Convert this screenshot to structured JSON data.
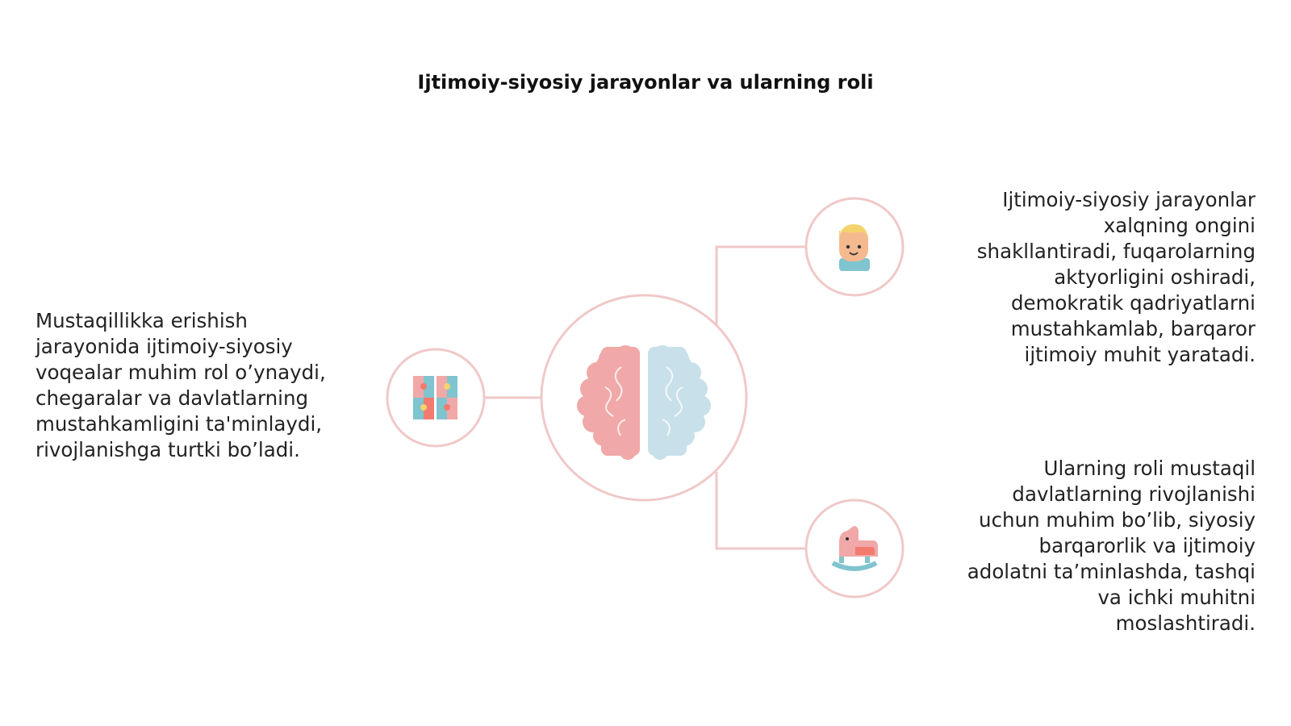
{
  "title": "Ijtimoiy-siyosiy jarayonlar va ularning roli",
  "colors": {
    "line": "#f0c8c8",
    "pink": "#f0a8a8",
    "blue": "#c8e0ea",
    "skin": "#f5b98f",
    "hair": "#f3d36b",
    "teal": "#7fc4cf",
    "coral": "#f27a6e"
  },
  "center": {
    "icon": "brain-icon"
  },
  "nodes": [
    {
      "id": "left",
      "icon": "puzzle-blocks-icon",
      "text": "Mustaqillikka erishish\njarayonida ijtimoiy-siyosiy\nvoqealar muhim rol o’ynaydi,\nchegaralar va davlatlarning\nmustahkamligini ta'minlaydi,\nrivojlanishga turtki bo’ladi."
    },
    {
      "id": "right-top",
      "icon": "child-face-icon",
      "text": "Ijtimoiy-siyosiy jarayonlar\nxalqning ongini\nshakllantiradi, fuqarolarning\naktyorligini oshiradi,\ndemokratik qadriyatlarni\nmustahkamlab, barqaror\nijtimoiy muhit yaratadi."
    },
    {
      "id": "right-bottom",
      "icon": "rocking-horse-icon",
      "text": "Ularning roli mustaqil\ndavlatlarning rivojlanishi\nuchun muhim bo’lib, siyosiy\nbarqarorlik va ijtimoiy\nadolatni ta’minlashda, tashqi\nva ichki muhitni\nmoslashtiradi."
    }
  ]
}
